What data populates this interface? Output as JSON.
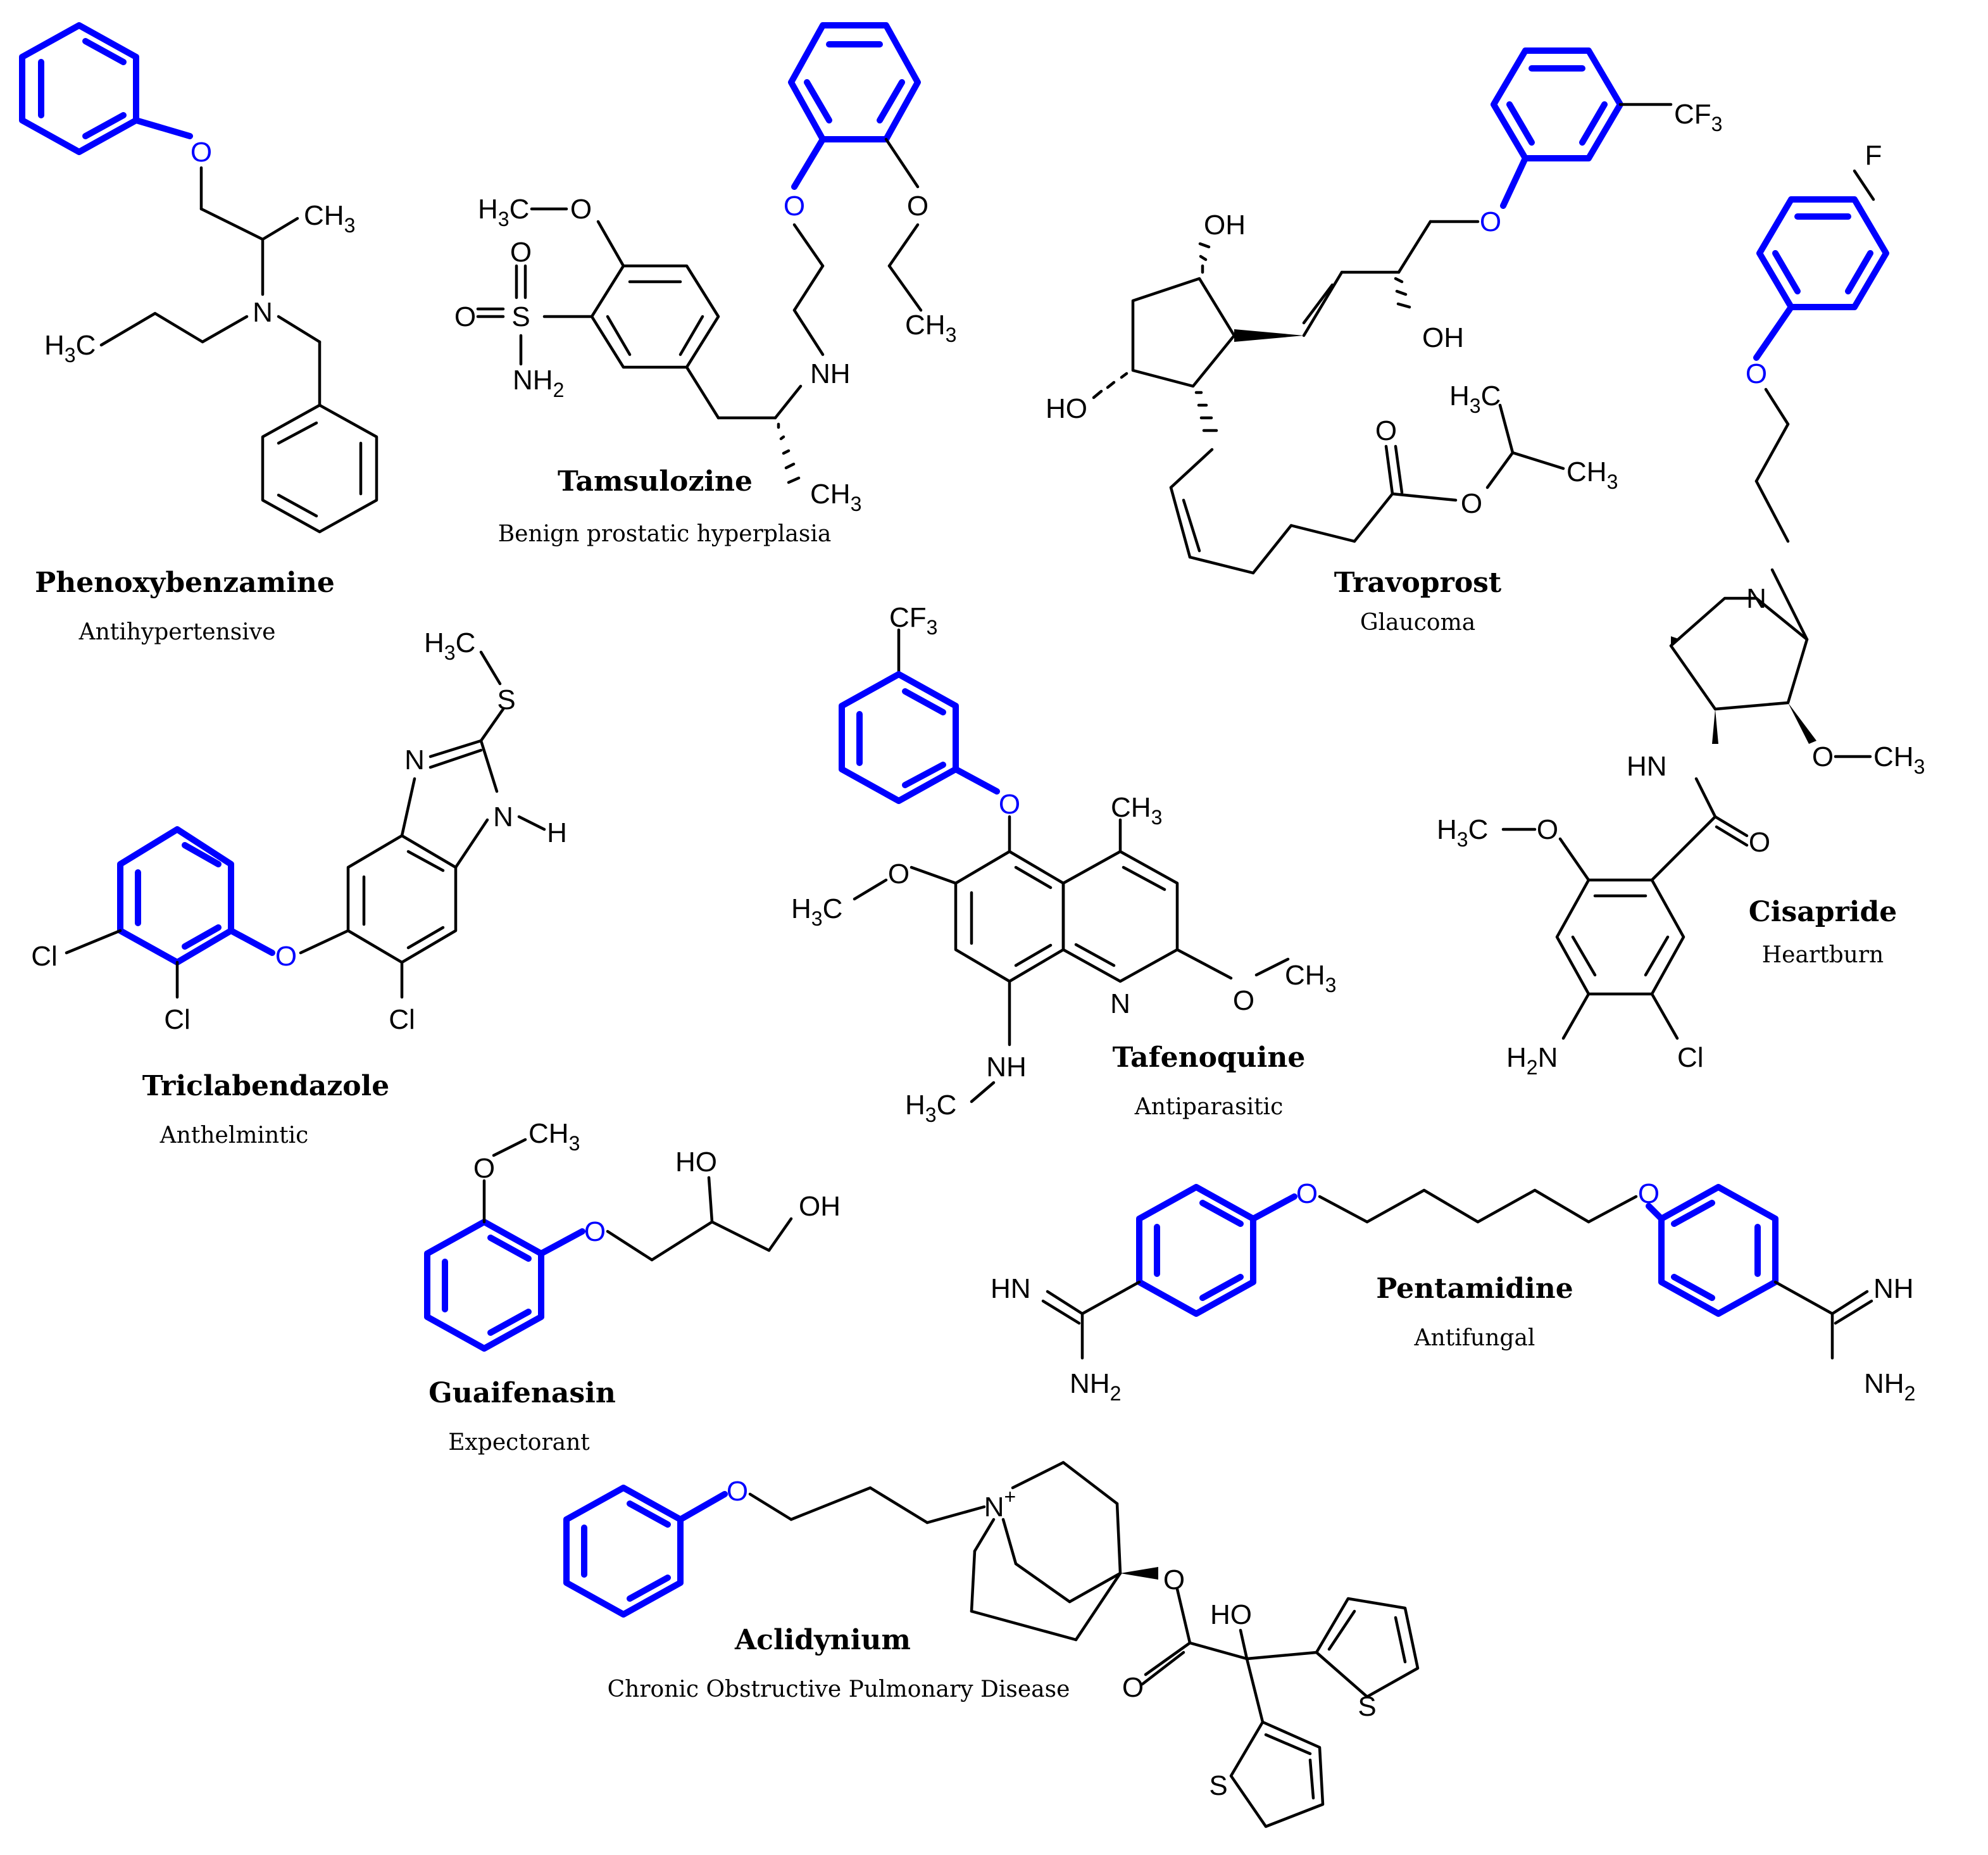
{
  "colors": {
    "highlight": "#0000ff",
    "bonds": "#000000",
    "background": "#ffffff"
  },
  "drugs": [
    {
      "name": "Phenoxybenzamine",
      "use": "Antihypertensive"
    },
    {
      "name": "Tamsulozine",
      "use": "Benign prostatic hyperplasia"
    },
    {
      "name": "Travoprost",
      "use": "Glaucoma"
    },
    {
      "name": "Cisapride",
      "use": "Heartburn"
    },
    {
      "name": "Triclabendazole",
      "use": "Anthelmintic"
    },
    {
      "name": "Tafenoquine",
      "use": "Antiparasitic"
    },
    {
      "name": "Guaifenasin",
      "use": "Expectorant"
    },
    {
      "name": "Pentamidine",
      "use": "Antifungal"
    },
    {
      "name": "Aclidynium",
      "use": "Chronic Obstructive Pulmonary Disease"
    }
  ],
  "atoms": {
    "o": "O",
    "n": "N",
    "nh": "NH",
    "hn": "HN",
    "h": "H",
    "s": "S",
    "f": "F",
    "cl": "Cl",
    "oh": "OH",
    "ho": "HO",
    "n_plus": "N",
    "plus": "+",
    "ch3": "CH",
    "h3c": "H",
    "cf3": "CF",
    "nh2": "NH",
    "h2n": "H",
    "sub3": "3",
    "sub2": "2",
    "c_letter": "C"
  }
}
